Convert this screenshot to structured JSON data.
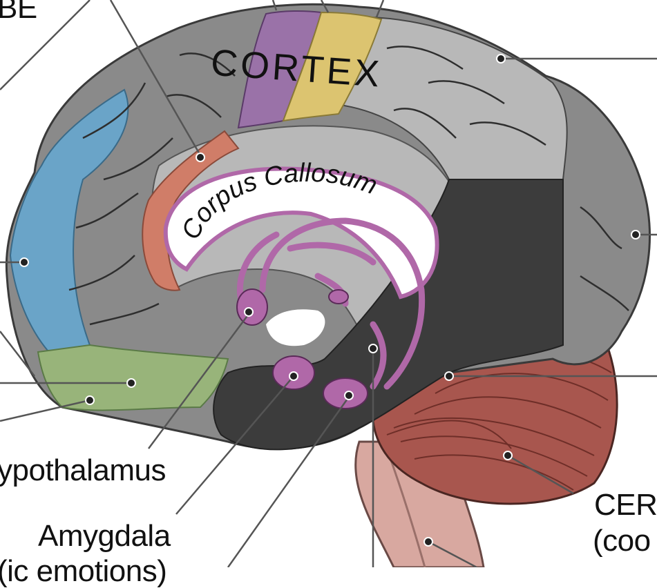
{
  "diagram": {
    "labels": {
      "top_left_fragment": "BE",
      "cortex": "CORTEX",
      "corpus_callosum": "Corpus Callosum",
      "hypothalamus": "ypothalamus",
      "amygdala": "Amygdala",
      "amygdala_note": "(ic emotions)",
      "cerebellum": "CER",
      "cerebellum_note": "(coo"
    },
    "colors": {
      "cortex_gray": "#8a8a8a",
      "light_gray": "#b8b8b8",
      "dark_gray": "#3c3c3c",
      "frontal_blue": "#6aa4c8",
      "purple_band": "#9a72a8",
      "yellow_band": "#dcc470",
      "cingulate_orange": "#d07d68",
      "limbic_purple": "#b068a8",
      "orbital_green": "#98b47a",
      "cerebellum_red": "#a8564e",
      "brainstem_pink": "#d8a8a0",
      "leader_line": "#555555"
    }
  }
}
